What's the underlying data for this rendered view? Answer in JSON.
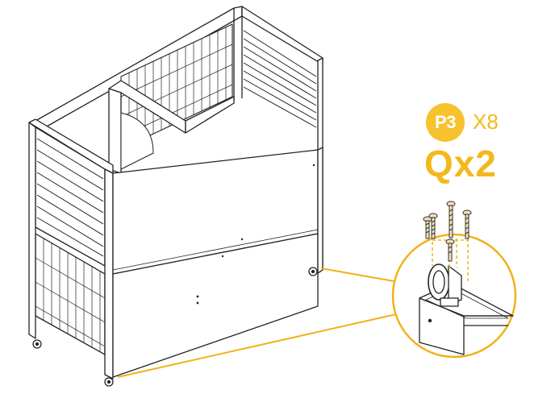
{
  "part_badge": {
    "label": "P3"
  },
  "part_quantity": "X8",
  "assembly_quantity": "Qx2",
  "colors": {
    "accent": "#f6c22e",
    "accent_text": "#f3b81b",
    "line": "#222222",
    "screw_fill": "#f1dfb8"
  },
  "icons": [
    "screw-icon",
    "caster-wheel-icon"
  ]
}
